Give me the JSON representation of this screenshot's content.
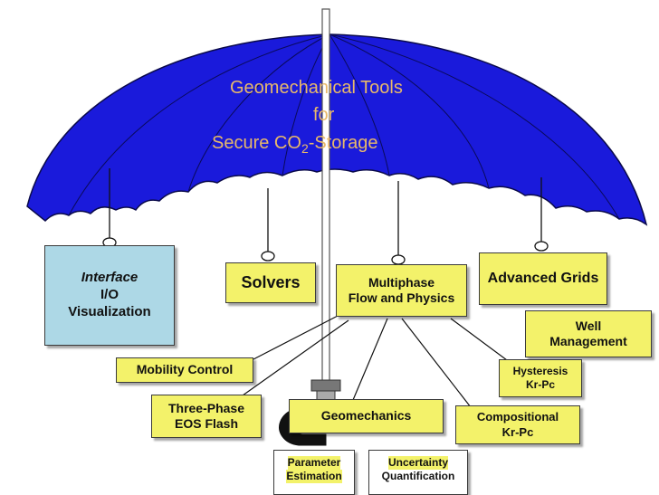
{
  "title": {
    "line1": "Geomechanical Tools",
    "line2": "for",
    "line3a": "Secure  CO",
    "line3sub": "2",
    "line3b": "-Storage"
  },
  "boxes": {
    "interface": {
      "line1": "Interface",
      "line2": "I/O",
      "line3": "Visualization"
    },
    "solvers": "Solvers",
    "multiphase": {
      "line1": "Multiphase",
      "line2": "Flow and  Physics"
    },
    "advanced_grids": "Advanced Grids",
    "well_management": {
      "line1": "Well",
      "line2": "Management"
    },
    "mobility_control": "Mobility Control",
    "three_phase": {
      "line1": "Three-Phase",
      "line2": "EOS Flash"
    },
    "geomechanics": "Geomechanics",
    "hysteresis": {
      "line1": "Hysteresis",
      "line2": "Kr-Pc"
    },
    "compositional": {
      "line1": "Compositional",
      "line2": "Kr-Pc"
    },
    "parameter_estimation": {
      "line1": "Parameter",
      "line2": "Estimation"
    },
    "uncertainty": {
      "line1": "Uncertainty",
      "line2": "Quantification"
    }
  },
  "colors": {
    "canopy": "#1a1adb",
    "box_yellow": "#f3f26a",
    "box_blue": "#add8e6",
    "title_text": "#e8b96a"
  }
}
